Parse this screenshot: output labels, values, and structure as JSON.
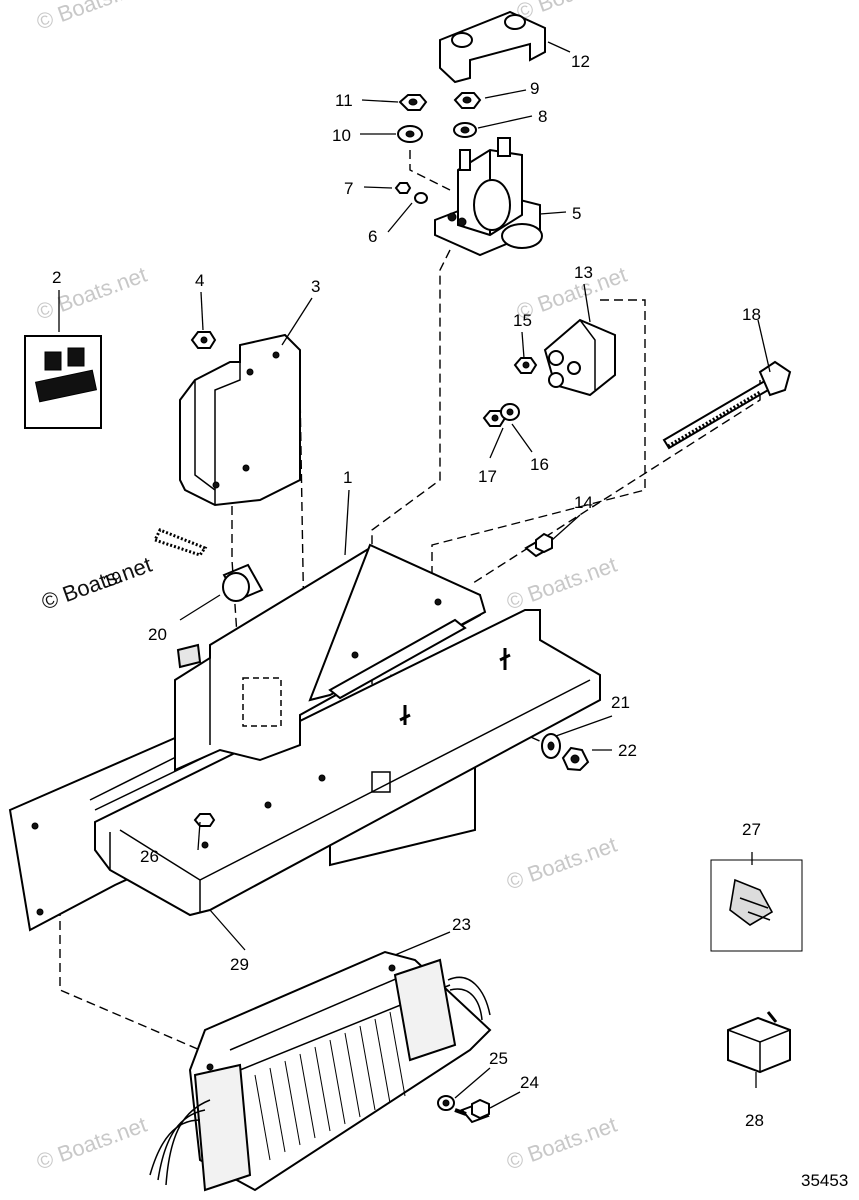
{
  "watermark": "© Boats.net",
  "diagram_number": "35453",
  "callouts": [
    "1",
    "2",
    "3",
    "4",
    "5",
    "6",
    "7",
    "8",
    "9",
    "10",
    "11",
    "12",
    "13",
    "14",
    "15",
    "16",
    "17",
    "18",
    "19",
    "20",
    "21",
    "22",
    "23",
    "24",
    "25",
    "26",
    "27",
    "28",
    "29"
  ]
}
